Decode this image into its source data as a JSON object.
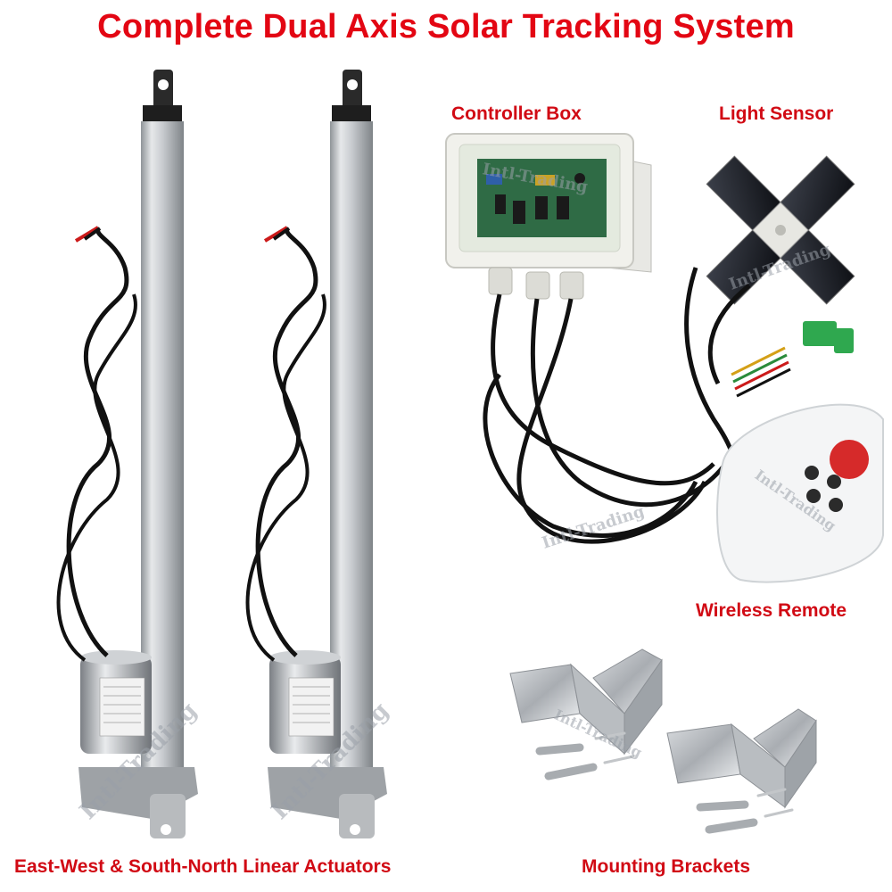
{
  "title": "Complete Dual Axis Solar Tracking System",
  "labels": {
    "controller_box": "Controller Box",
    "light_sensor": "Light Sensor",
    "wireless_remote": "Wireless Remote",
    "actuators": "East-West & South-North Linear Actuators",
    "mounting_brackets": "Mounting Brackets"
  },
  "watermark": "Intl-Trading",
  "colors": {
    "title": "#e30613",
    "label": "#d10a14"
  }
}
